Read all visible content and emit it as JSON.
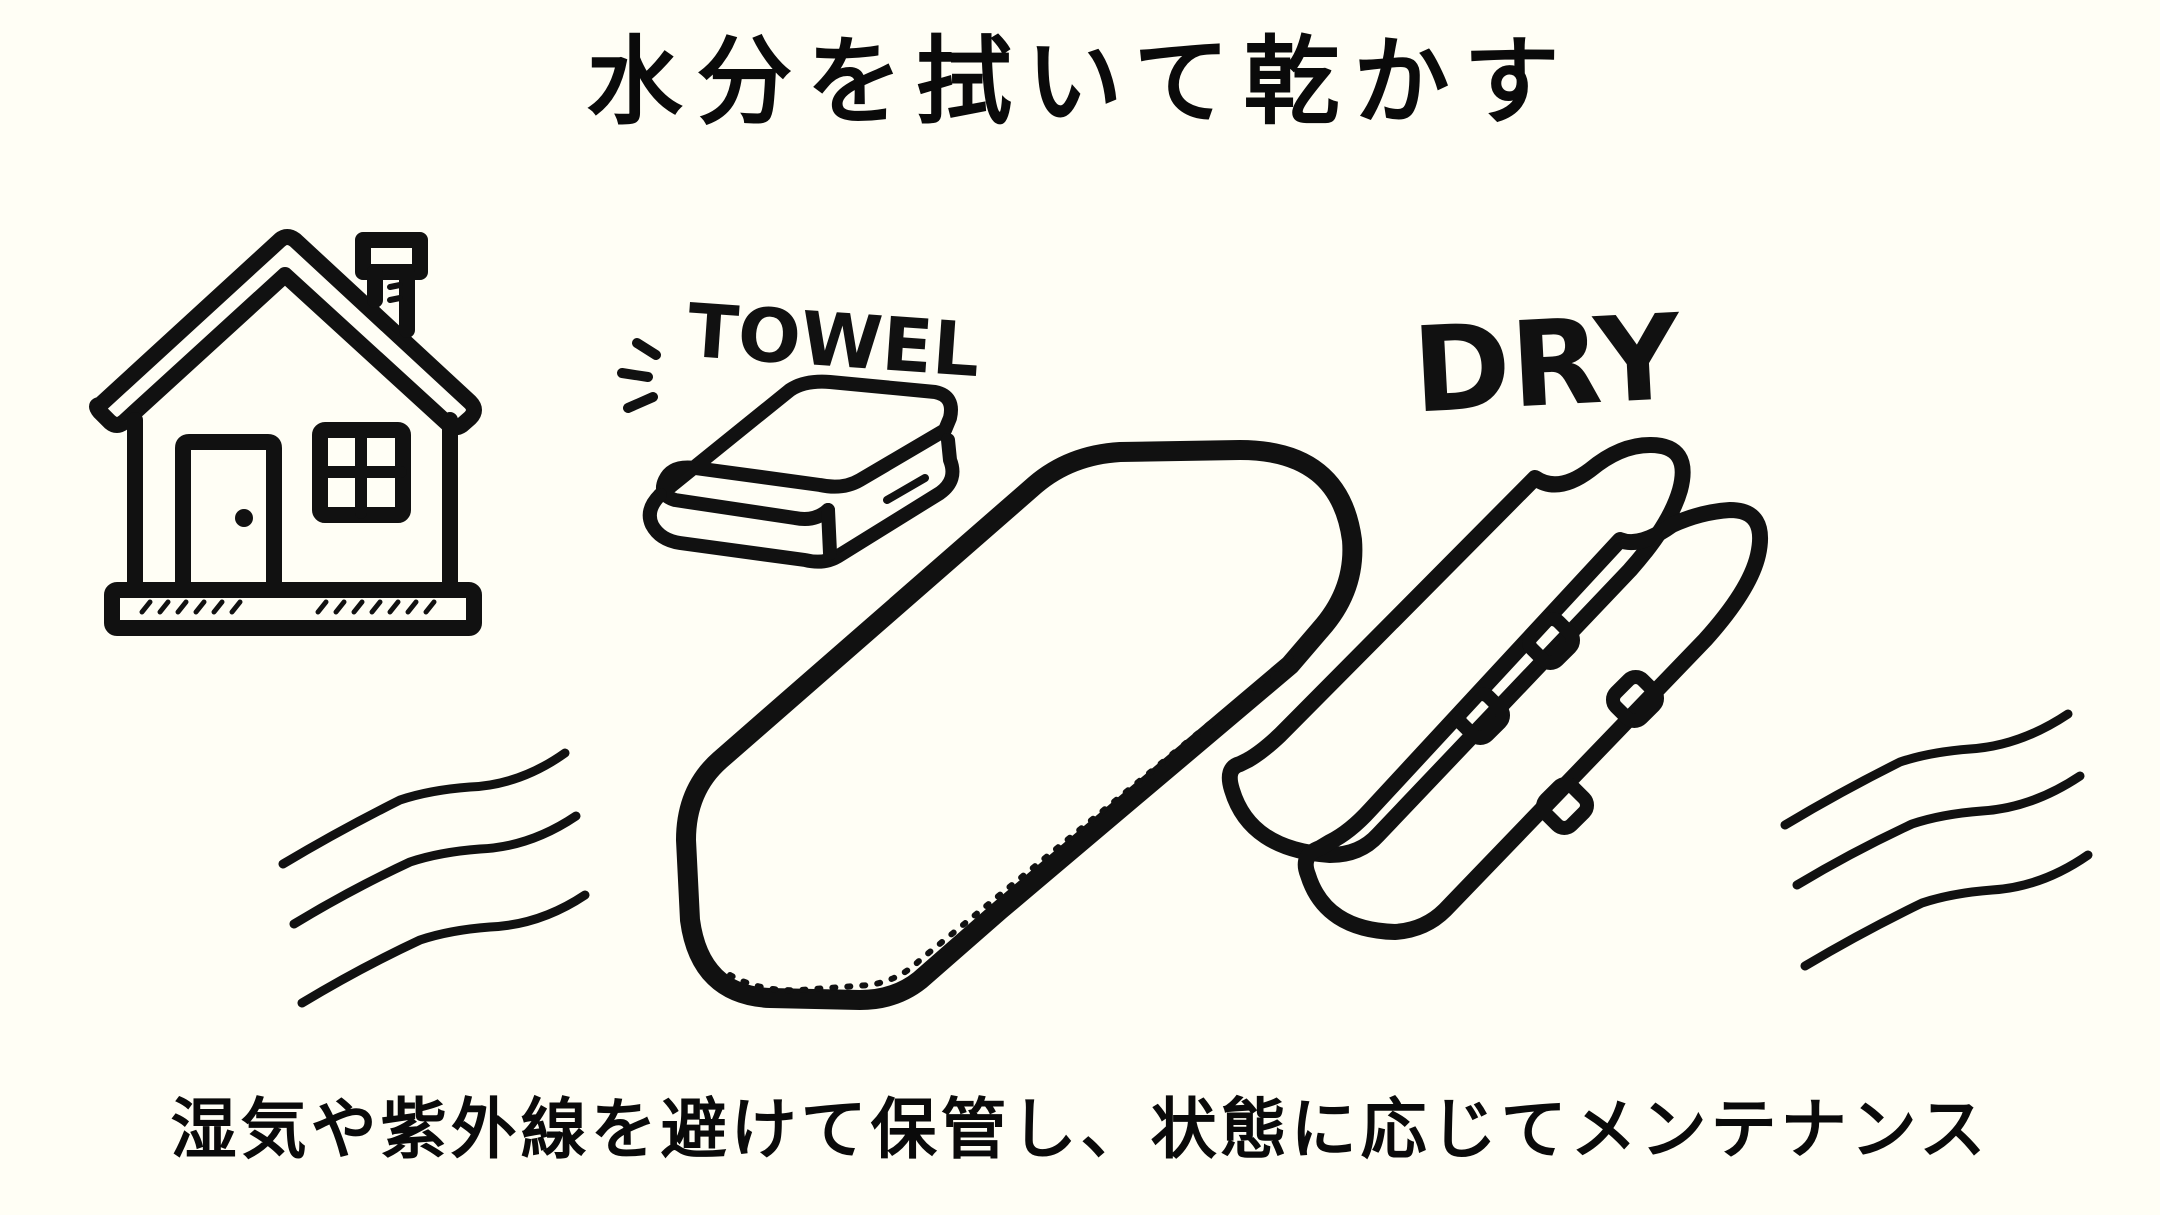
{
  "title": "水分を拭いて乾かす",
  "caption": "湿気や紫外線を避けて保管し、状態に応じてメンテナンス",
  "labels": {
    "towel": "TOWEL",
    "dry": "DRY"
  },
  "illustrations": [
    {
      "name": "house-icon",
      "meaning": "indoor storage"
    },
    {
      "name": "towel-icon",
      "meaning": "wipe with towel"
    },
    {
      "name": "snowboard-icon",
      "meaning": "snowboard"
    },
    {
      "name": "skis-icon",
      "meaning": "skis"
    },
    {
      "name": "wind-lines-icon",
      "meaning": "air drying"
    }
  ],
  "colors": {
    "background": "#FFFEF5",
    "ink": "#111111"
  }
}
